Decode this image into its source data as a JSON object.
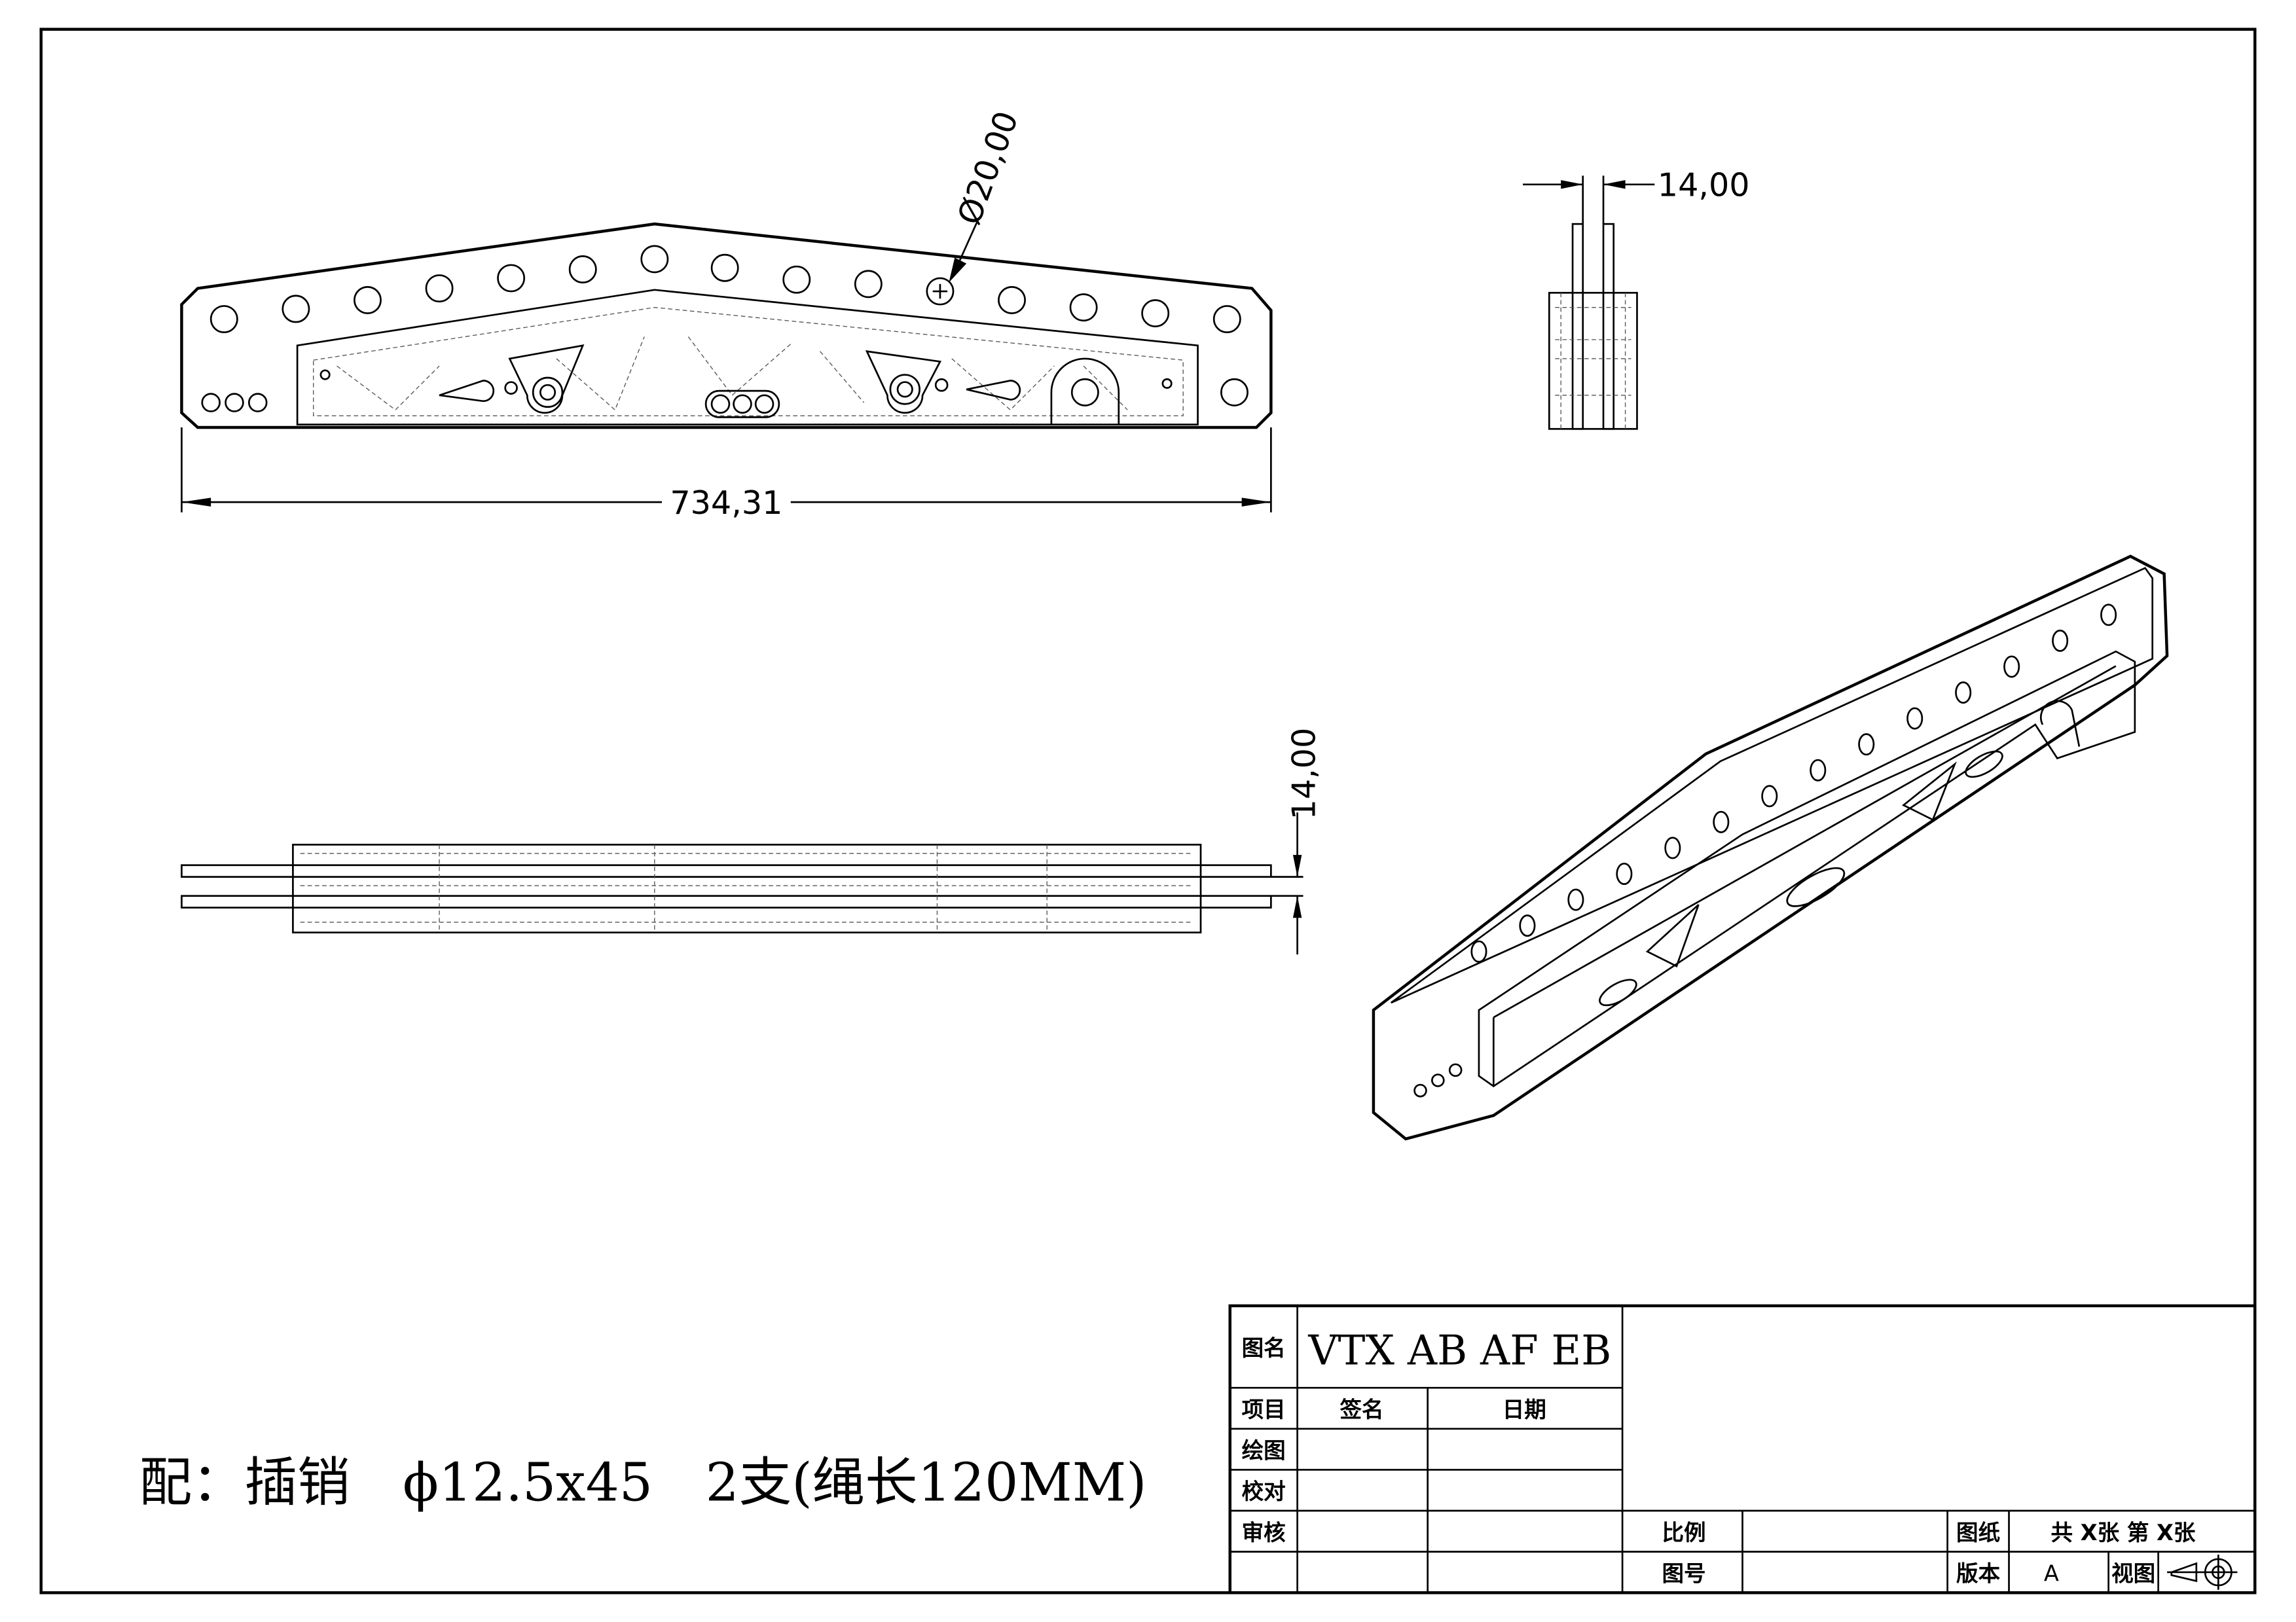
{
  "dimensions": {
    "overall_length": "734,31",
    "hole_diameter": "Ø20,00",
    "side_thickness": "14,00",
    "bottom_thickness": "14,00"
  },
  "note": "配：插销　ϕ12.5x45　2支(绳长120MM)",
  "title_block": {
    "name_label": "图名",
    "name_value": "VTX AB AF EB",
    "item_label": "项目",
    "signature_label": "签名",
    "date_label": "日期",
    "drawn_label": "绘图",
    "checked_label": "校对",
    "approved_label": "审核",
    "scale_label": "比例",
    "drawing_no_label": "图号",
    "sheet_label": "图纸",
    "sheet_value": "共 X张 第 X张",
    "version_label": "版本",
    "version_value": "A",
    "view_label": "视图"
  }
}
